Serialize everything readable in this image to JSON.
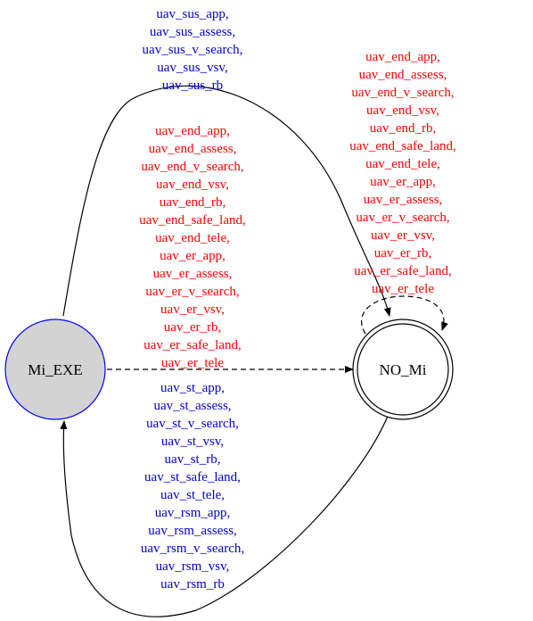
{
  "nodes": {
    "mi_exe": {
      "label": "Mi_EXE",
      "fill": "#d3d3d3",
      "stroke": "#0000ff",
      "shape": "circle"
    },
    "no_mi": {
      "label": "NO_Mi",
      "fill": "#ffffff",
      "stroke": "#000000",
      "shape": "double-circle"
    }
  },
  "edges": {
    "mi_exe_to_no_mi_upper": {
      "from": "Mi_EXE",
      "to": "NO_Mi",
      "style": "solid",
      "color": "#0000cc",
      "labels": [
        "uav_sus_app,",
        "uav_sus_assess,",
        "uav_sus_v_search,",
        "uav_sus_vsv,",
        "uav_sus_rb"
      ]
    },
    "no_mi_self_loop": {
      "from": "NO_Mi",
      "to": "NO_Mi",
      "style": "dashed",
      "color": "#ff0000",
      "labels": [
        "uav_end_app,",
        "uav_end_assess,",
        "uav_end_v_search,",
        "uav_end_vsv,",
        "uav_end_rb,",
        "uav_end_safe_land,",
        "uav_end_tele,",
        "uav_er_app,",
        "uav_er_assess,",
        "uav_er_v_search,",
        "uav_er_vsv,",
        "uav_er_rb,",
        "uav_er_safe_land,",
        "uav_er_tele"
      ]
    },
    "mi_exe_to_no_mi_direct": {
      "from": "Mi_EXE",
      "to": "NO_Mi",
      "style": "dashed",
      "color": "#ff0000",
      "labels": [
        "uav_end_app,",
        "uav_end_assess,",
        "uav_end_v_search,",
        "uav_end_vsv,",
        "uav_end_rb,",
        "uav_end_safe_land,",
        "uav_end_tele,",
        "uav_er_app,",
        "uav_er_assess,",
        "uav_er_v_search,",
        "uav_er_vsv,",
        "uav_er_rb,",
        "uav_er_safe_land,",
        "uav_er_tele"
      ]
    },
    "no_mi_to_mi_exe_lower": {
      "from": "NO_Mi",
      "to": "Mi_EXE",
      "style": "solid",
      "color": "#0000cc",
      "labels": [
        "uav_st_app,",
        "uav_st_assess,",
        "uav_st_v_search,",
        "uav_st_vsv,",
        "uav_st_rb,",
        "uav_st_safe_land,",
        "uav_st_tele,",
        "uav_rsm_app,",
        "uav_rsm_assess,",
        "uav_rsm_v_search,",
        "uav_rsm_vsv,",
        "uav_rsm_rb"
      ]
    }
  }
}
